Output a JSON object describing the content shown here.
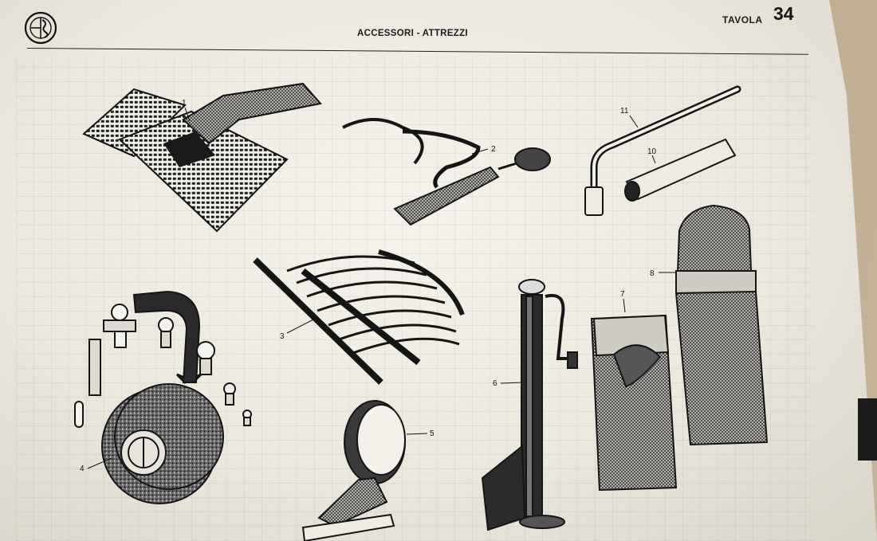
{
  "header": {
    "title": "ACCESSORI - ATTREZZI",
    "tavola_label": "TAVOLA",
    "tavola_number": "34"
  },
  "callouts": [
    "1",
    "2",
    "3",
    "4",
    "5",
    "6",
    "7",
    "8",
    "10",
    "11"
  ],
  "logo_icon": "alfa-romeo-badge-icon",
  "colors": {
    "ink": "#151515",
    "paper": "#f1eee6",
    "background": "#b5a386"
  }
}
